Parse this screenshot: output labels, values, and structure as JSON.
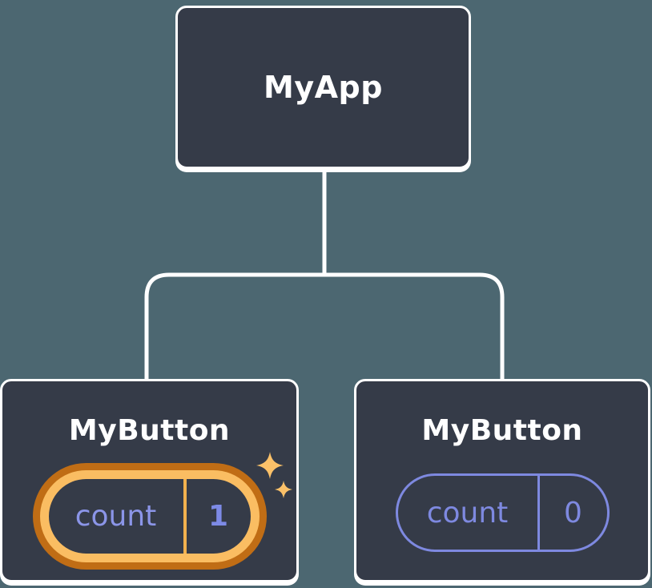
{
  "diagram": {
    "kind": "component-tree",
    "background_color": "#4c6771",
    "node_fill_color": "#353b48",
    "node_border_color": "#ffffff",
    "connector_color": "#ffffff",
    "root_node": {
      "label": "MyApp"
    },
    "children": [
      {
        "label": "MyButton",
        "state_name": "count",
        "state_value": "1",
        "highlighted": true,
        "highlight_outer_color": "#c06d15",
        "highlight_inner_color": "#fabd62",
        "divider_color": "#f2b14e",
        "state_name_color": "#8b95e8",
        "state_value_color": "#7d8ae6",
        "icon": "sparkle-icon"
      },
      {
        "label": "MyButton",
        "state_name": "count",
        "state_value": "0",
        "highlighted": false,
        "outline_color": "#7e89e0",
        "divider_color": "#7e89e0",
        "state_name_color": "#7e89e0",
        "state_value_color": "#7e89e0"
      }
    ],
    "accent_colors": {
      "sparkle": "#fbc169",
      "purple": "#7e89e0",
      "orange_outer": "#c06d15",
      "orange_inner": "#fabd62"
    }
  }
}
